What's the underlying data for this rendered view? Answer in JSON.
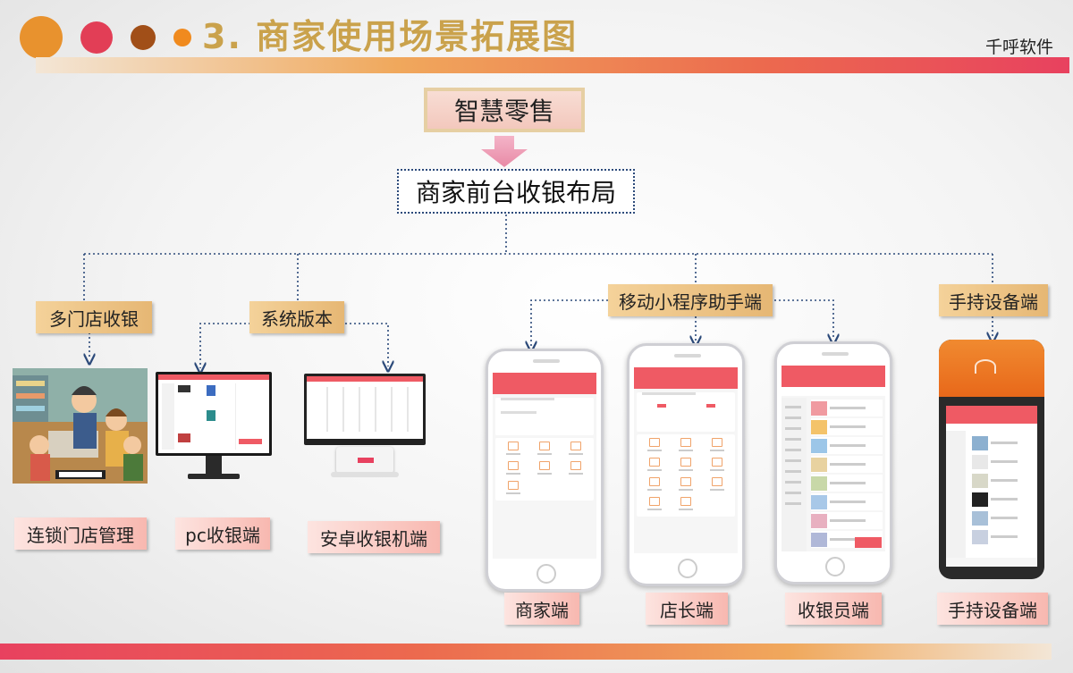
{
  "header": {
    "title": "3. 商家使用场景拓展图",
    "brand": "千呼软件",
    "dot_colors": [
      "#e8922e",
      "#e23e56",
      "#a14f18",
      "#f08a1e"
    ]
  },
  "diagram": {
    "root": "智慧零售",
    "layout": "商家前台收银布局",
    "categories": {
      "multi_store": "多门店收银",
      "system_version": "系统版本",
      "mini_program": "移动小程序助手端",
      "handheld": "手持设备端"
    },
    "products": {
      "chain_store": "连锁门店管理",
      "pc": "pc收银端",
      "android": "安卓收银机端",
      "merchant": "商家端",
      "manager": "店长端",
      "cashier": "收银员端",
      "handheld": "手持设备端"
    }
  },
  "colors": {
    "accent": "#ef5a64",
    "title": "#caa24c",
    "connector": "#2c4a7a"
  }
}
